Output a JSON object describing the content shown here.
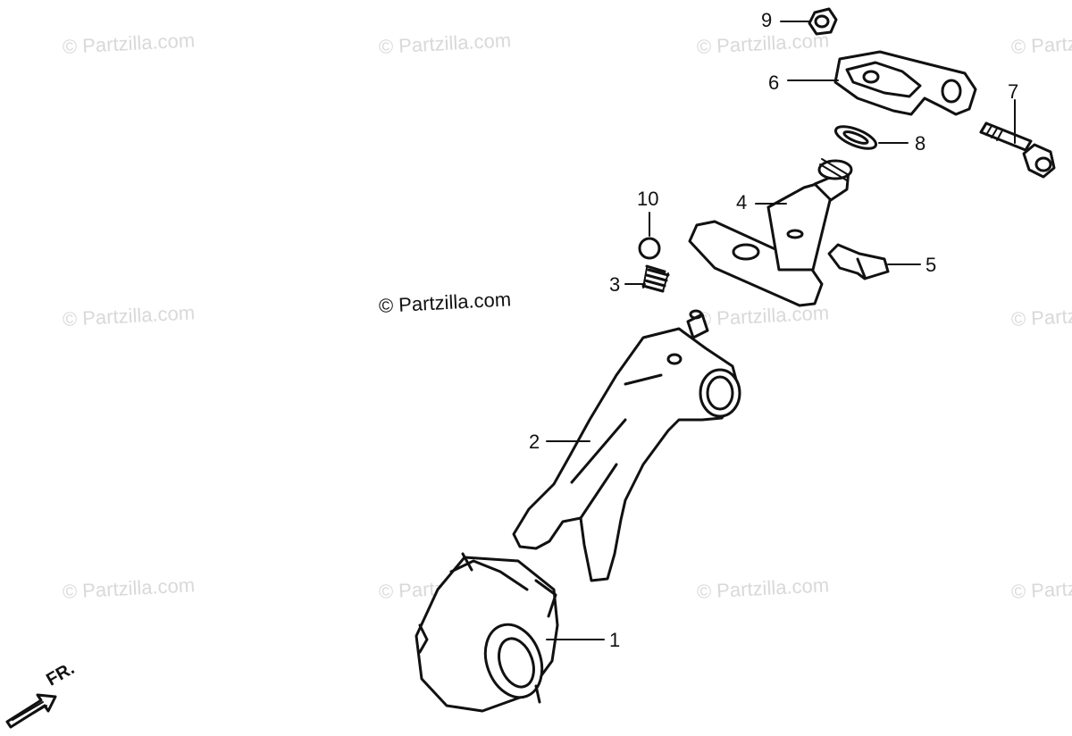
{
  "watermark": {
    "text": "© Partzilla.com",
    "prominent_text": "© Partzilla.com"
  },
  "direction": {
    "label": "FR."
  },
  "callouts": [
    {
      "id": "1",
      "label": "1"
    },
    {
      "id": "2",
      "label": "2"
    },
    {
      "id": "3",
      "label": "3"
    },
    {
      "id": "4",
      "label": "4"
    },
    {
      "id": "5",
      "label": "5"
    },
    {
      "id": "6",
      "label": "6"
    },
    {
      "id": "7",
      "label": "7"
    },
    {
      "id": "8",
      "label": "8"
    },
    {
      "id": "9",
      "label": "9"
    },
    {
      "id": "10",
      "label": "10"
    }
  ],
  "colors": {
    "line": "#111111",
    "watermark": "#d9d9d9",
    "background": "#ffffff"
  }
}
